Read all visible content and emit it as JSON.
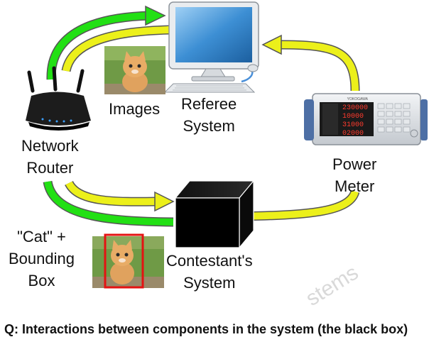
{
  "labels": {
    "images": "Images",
    "referee_line1": "Referee",
    "referee_line2": "System",
    "router_line1": "Network",
    "router_line2": "Router",
    "power_line1": "Power",
    "power_line2": "Meter",
    "cat_line1": "\"Cat\" +",
    "cat_line2": "Bounding",
    "cat_line3": "Box",
    "contestant_line1": "Contestant's",
    "contestant_line2": "System"
  },
  "meter_readings": [
    "230000",
    "10000",
    "31000",
    "02000"
  ],
  "meter_brand": "YOKOGAWA",
  "caption": "Q: Interactions between components in the system (the black box)",
  "watermark": "stems",
  "colors": {
    "green_arrow": "#22e014",
    "yellow_arrow": "#ecf01a",
    "arrow_outline": "#555555",
    "bounding_box": "#e41212",
    "monitor_screen": "#2f7fc4"
  }
}
